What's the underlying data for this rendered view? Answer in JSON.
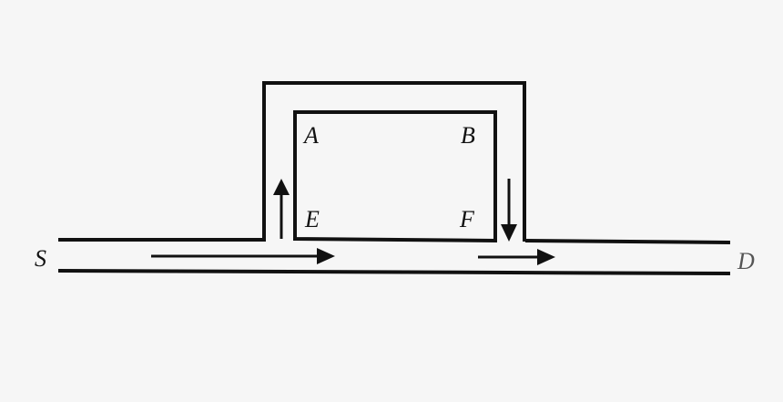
{
  "labels": {
    "source": "S",
    "destination": "D",
    "a": "A",
    "b": "B",
    "e": "E",
    "f": "F"
  },
  "colors": {
    "background": "#f6f6f6",
    "ink": "#111111"
  }
}
